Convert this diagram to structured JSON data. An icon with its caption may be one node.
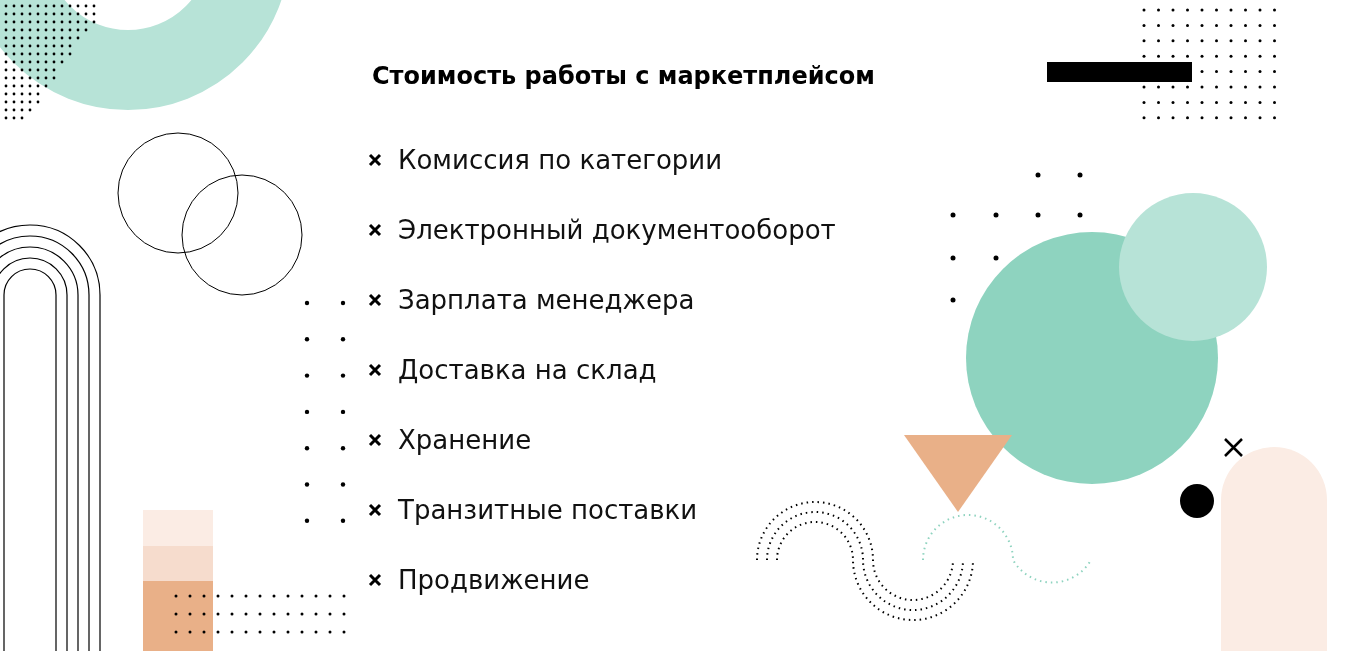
{
  "diagram": {
    "title": "Стоимость работы с маркетплейсом",
    "labels": [
      "Комиссия по категории",
      "Электронный документооборот",
      "Зарплата менеджера",
      "Доставка на склад",
      "Хранение",
      "Транзитные поставки",
      "Продвижение"
    ]
  }
}
